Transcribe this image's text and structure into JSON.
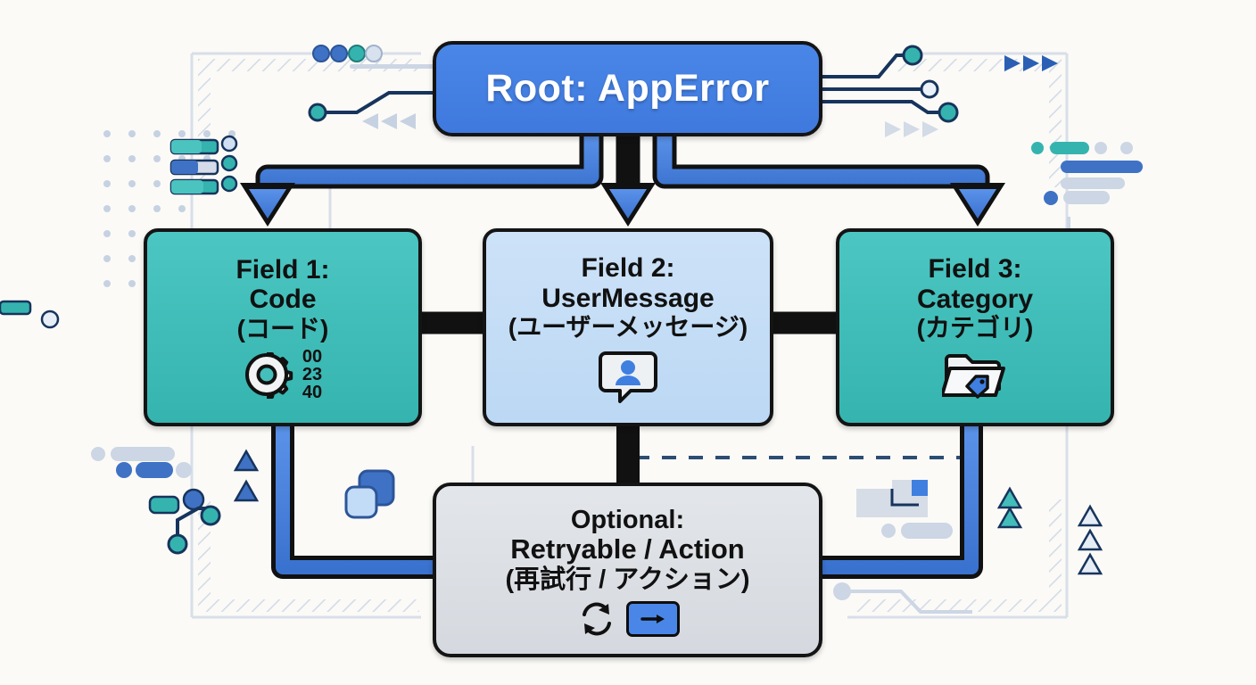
{
  "diagram": {
    "title_node": {
      "label": "Root: AppError",
      "color": "#4a86e8"
    },
    "fields": [
      {
        "name_en": "Field 1:",
        "value_en": "Code",
        "value_ja": "(コード)",
        "icon": "gear-icon",
        "code_digits": [
          "00",
          "23",
          "40"
        ],
        "color": "#45bfbb"
      },
      {
        "name_en": "Field 2:",
        "value_en": "UserMessage",
        "value_ja": "(ユーザーメッセージ)",
        "icon": "user-message-bubble-icon",
        "color": "#c6dff6"
      },
      {
        "name_en": "Field 3:",
        "value_en": "Category",
        "value_ja": "(カテゴリ)",
        "icon": "folder-tag-icon",
        "color": "#45bfbb"
      }
    ],
    "optional_node": {
      "line1": "Optional:",
      "line2": "Retryable / Action",
      "line3": "(再試行 / アクション)",
      "icons": [
        "refresh-icon",
        "arrow-right-button-icon"
      ],
      "color": "#dcdfe4"
    },
    "palette": {
      "background": "#fbfaf7",
      "accent_blue": "#4a86e8",
      "deep_blue": "#1b3a6b",
      "teal": "#35b4af",
      "outline": "#141414",
      "light_gray": "#ccd4de"
    }
  }
}
